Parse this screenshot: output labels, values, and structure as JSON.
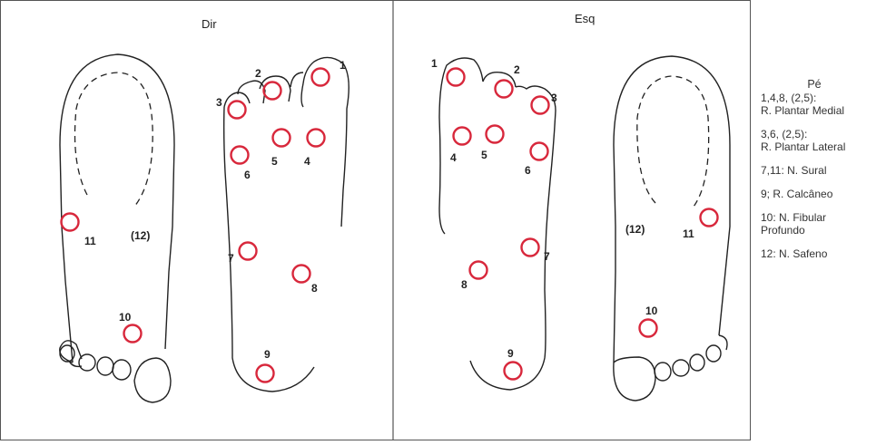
{
  "panels": {
    "right": {
      "title": "Dir"
    },
    "left": {
      "title": "Esq"
    }
  },
  "numbers": {
    "d1": "1",
    "d2": "2",
    "d3": "3",
    "d4": "4",
    "d5": "5",
    "d6": "6",
    "d7": "7",
    "d8": "8",
    "d9": "9",
    "d10": "10",
    "d11": "11",
    "d12": "(12)",
    "e1": "1",
    "e2": "2",
    "e3": "3",
    "e4": "4",
    "e5": "5",
    "e6": "6",
    "e7": "7",
    "e8": "8",
    "e9": "9",
    "e10": "10",
    "e11": "11",
    "e12": "(12)"
  },
  "legend": {
    "title": "Pé",
    "items": [
      "1,4,8, (2,5):\nR. Plantar Medial",
      "3,6, (2,5):\nR. Plantar Lateral",
      "7,11: N. Sural",
      "9; R. Calcâneo",
      "10: N. Fibular\nProfundo",
      "12: N. Safeno"
    ]
  },
  "colors": {
    "marker": "#d8283c",
    "line": "#222222"
  }
}
